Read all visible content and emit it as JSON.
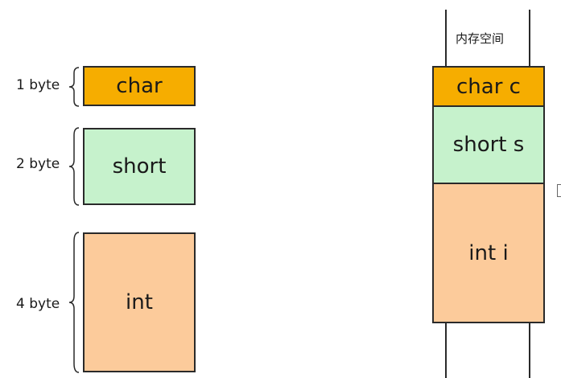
{
  "left": {
    "rows": [
      {
        "size": "1 byte",
        "type": "char"
      },
      {
        "size": "2 byte",
        "type": "short"
      },
      {
        "size": "4 byte",
        "type": "int"
      }
    ]
  },
  "right": {
    "header": "内存空间",
    "cells": [
      {
        "label": "char c"
      },
      {
        "label": "short s"
      },
      {
        "label": "int i"
      }
    ]
  },
  "colors": {
    "char": "#f6ad00",
    "short": "#c6f2cc",
    "int": "#fccb9b",
    "stroke": "#2a2a2a"
  }
}
